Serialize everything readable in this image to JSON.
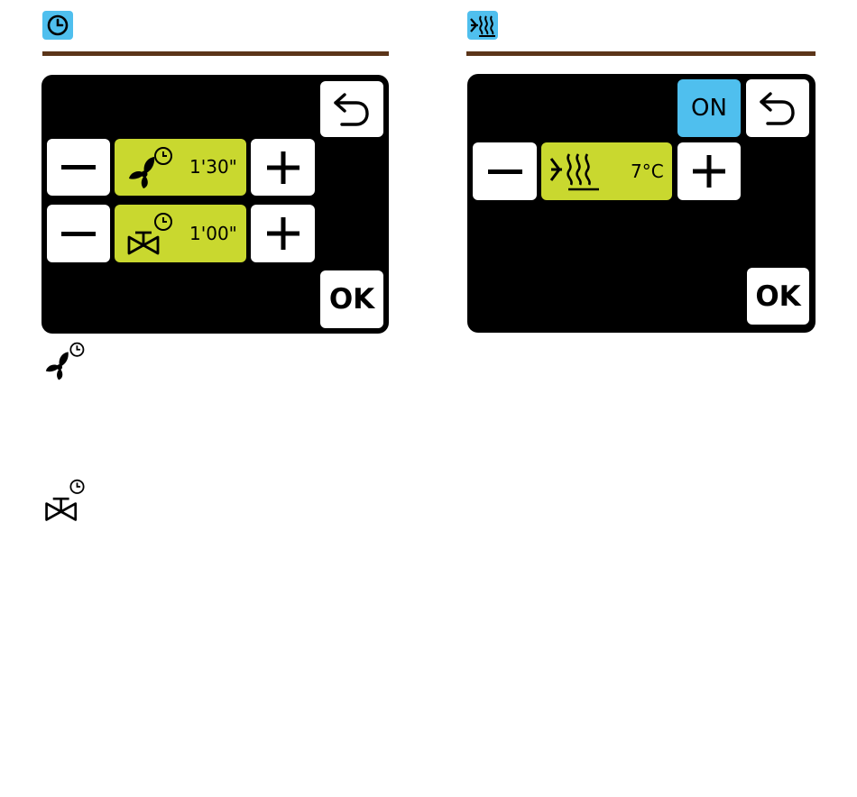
{
  "left_panel": {
    "header_icon": "clock-icon",
    "rows": [
      {
        "icon": "fan-timer-icon",
        "value": "1'30\""
      },
      {
        "icon": "valve-timer-icon",
        "value": "1'00\""
      }
    ],
    "ok_label": "OK",
    "back_icon": "back-arrow-icon"
  },
  "right_panel": {
    "header_icon": "defrost-icon",
    "on_label": "ON",
    "row": {
      "icon": "defrost-icon",
      "value": "7°C"
    },
    "ok_label": "OK",
    "back_icon": "back-arrow-icon"
  },
  "legend": [
    {
      "icon": "fan-timer-icon"
    },
    {
      "icon": "valve-timer-icon"
    }
  ],
  "colors": {
    "accent_blue": "#4fbfee",
    "value_green": "#c9d82f",
    "rule_brown": "#5b3519",
    "screen": "#000000"
  }
}
